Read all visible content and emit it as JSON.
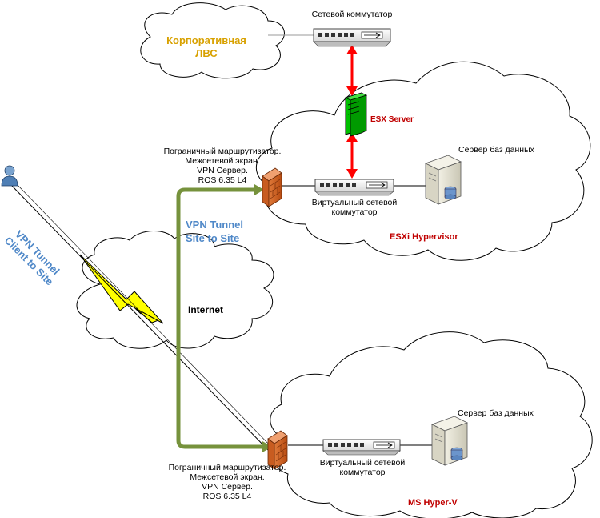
{
  "corporate_lan": [
    "Корпоративная",
    "ЛВС"
  ],
  "core_switch": "Сетевой коммутатор",
  "esx_server": "ESX Server",
  "esxi_hypervisor": "ESXi Hypervisor",
  "ms_hyperv": "MS Hyper-V",
  "internet": "Internet",
  "vpn_site": [
    "VPN Tunnel",
    "Site to Site"
  ],
  "vpn_client": [
    "VPN Tunnel",
    "Client to Site"
  ],
  "router_top": [
    "Пограничный маршрутизатор.",
    "Межсетевой экран.",
    "VPN Сервер.",
    "ROS 6.35 L4"
  ],
  "router_bottom": [
    "Пограничный маршрутизатор.",
    "Межсетевой экран.",
    "VPN Сервер.",
    "ROS 6.35 L4"
  ],
  "vswitch_top": [
    "Виртуальный сетевой",
    "коммутатор"
  ],
  "vswitch_bottom": [
    "Виртуальный сетевой",
    "коммутатор"
  ],
  "db_top": "Сервер баз данных",
  "db_bottom": "Сервер баз данных",
  "colors": {
    "red_arrow": "#ff0000",
    "green_tunnel": "#76923c",
    "gold_text": "#d8a100",
    "blue_text": "#4f88c8",
    "red_text": "#c00000",
    "esx_green": "#00cc00"
  }
}
